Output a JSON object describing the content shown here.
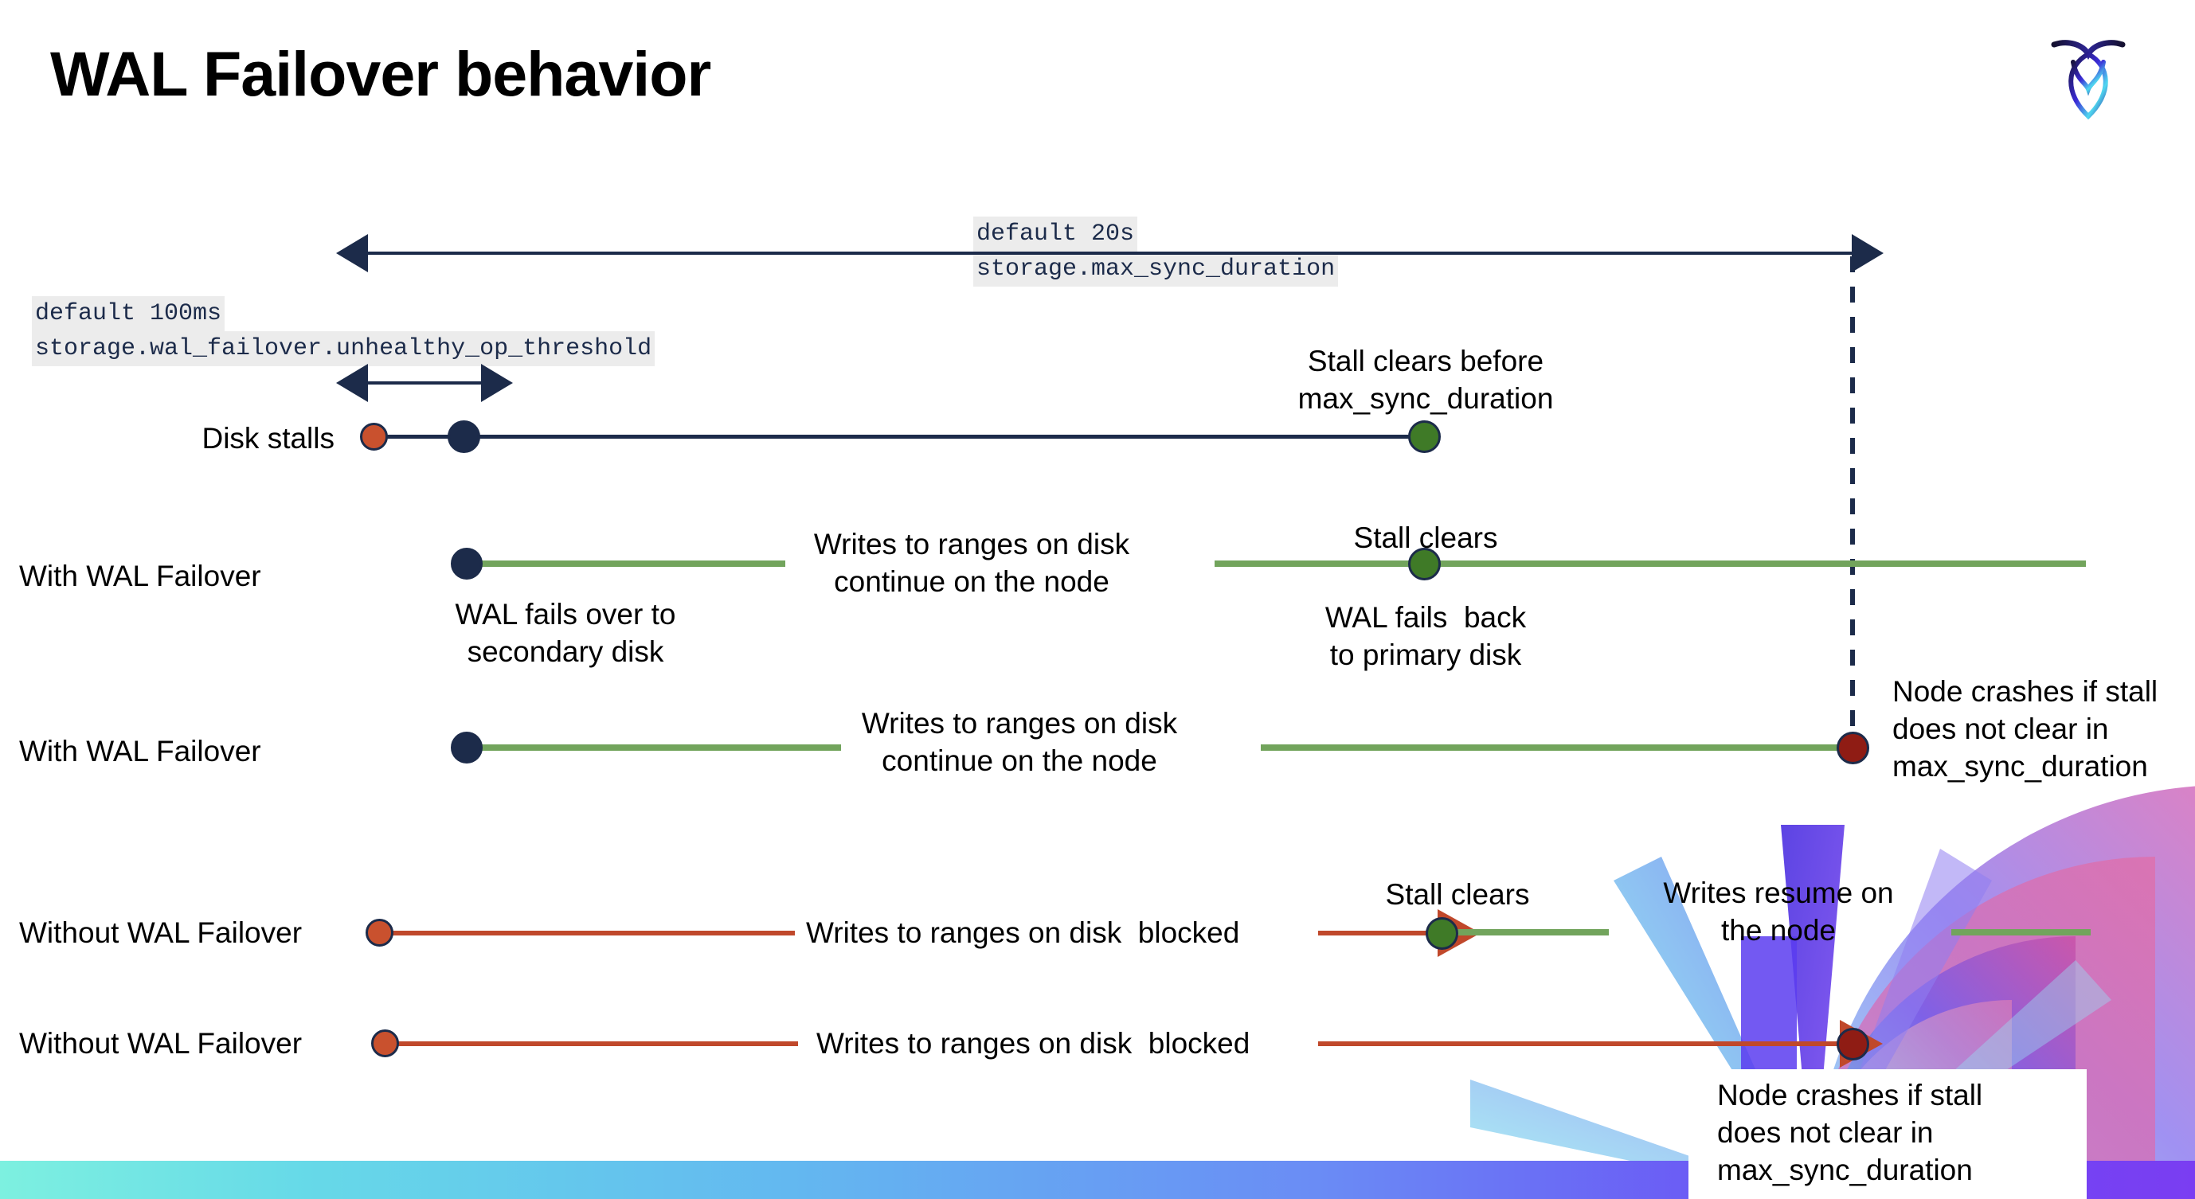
{
  "slide": {
    "title": "WAL Failover behavior",
    "logo_name": "cockroachdb-logo"
  },
  "annotations": {
    "max_sync": {
      "default": "default 20s",
      "setting": "storage.max_sync_duration"
    },
    "unhealthy": {
      "default": "default 100ms",
      "setting": "storage.wal_failover.unhealthy_op_threshold"
    }
  },
  "rows": [
    {
      "id": "disk-stalls",
      "label": "Disk stalls",
      "note_top": "Stall clears before\nmax_sync_duration"
    },
    {
      "id": "with-wal-failover-recovers",
      "label": "With WAL Failover",
      "note_mid": "Writes to ranges on disk\ncontinue on the node",
      "note_top": "Stall clears",
      "note_below_start": "WAL fails over to\nsecondary disk",
      "note_below_end": "WAL fails  back\nto primary disk"
    },
    {
      "id": "with-wal-failover-crashes",
      "label": "With WAL Failover",
      "note_mid": "Writes to ranges on disk\ncontinue on the node",
      "note_right": "Node crashes if stall\ndoes not clear in\nmax_sync_duration"
    },
    {
      "id": "without-wal-failover-recovers",
      "label": "Without WAL Failover",
      "note_mid": "Writes to ranges on disk  blocked",
      "note_top": "Stall clears",
      "note_right": "Writes resume on\nthe node"
    },
    {
      "id": "without-wal-failover-crashes",
      "label": "Without WAL Failover",
      "note_mid": "Writes to ranges on disk  blocked",
      "note_right": "Node crashes if stall\ndoes not clear in\nmax_sync_duration"
    }
  ],
  "colors": {
    "navy": "#1c2b4a",
    "green_line": "#72a45c",
    "green_dot": "#3f7a27",
    "red_line": "#c0482b",
    "red_dot": "#c9512e",
    "dark_red_dot": "#8f1c14",
    "code_bg": "#ececec",
    "bar_gradient_start": "#7df0e0",
    "bar_gradient_end": "#7a3df2"
  }
}
